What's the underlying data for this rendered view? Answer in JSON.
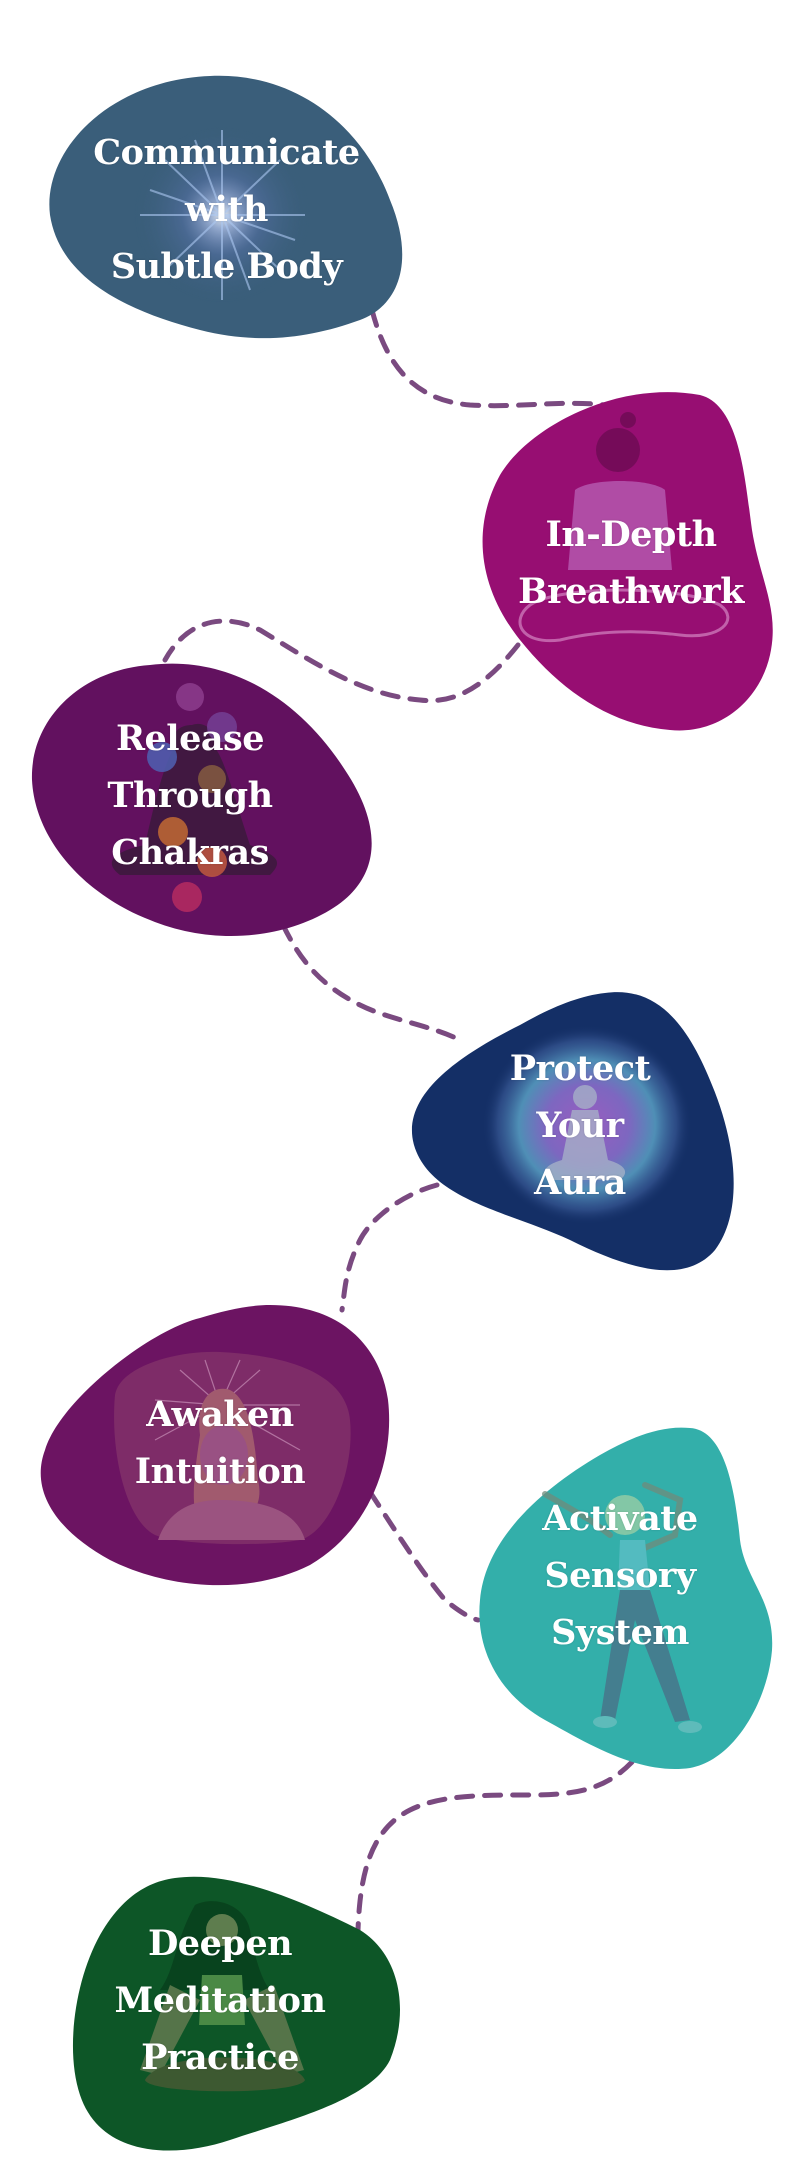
{
  "diagram": {
    "type": "path-of-steps",
    "connector_color": "#7a4a80",
    "steps": [
      {
        "id": "subtle-body",
        "lines": [
          "Communicate",
          "with",
          "Subtle Body"
        ],
        "color": "#3a5e7a",
        "illustration": "starburst-glow"
      },
      {
        "id": "breathwork",
        "lines": [
          "In-Depth",
          "Breathwork"
        ],
        "color": "#970e72",
        "illustration": "seated-person-hand-on-chest"
      },
      {
        "id": "chakras",
        "lines": [
          "Release",
          "Through",
          "Chakras"
        ],
        "color": "#62115f",
        "illustration": "meditating-silhouette-with-chakras"
      },
      {
        "id": "aura",
        "lines": [
          "Protect",
          "Your",
          "Aura"
        ],
        "color": "#142f66",
        "illustration": "meditating-figure-in-aura-glow"
      },
      {
        "id": "intuition",
        "lines": [
          "Awaken",
          "Intuition"
        ],
        "color": "#6c1462",
        "illustration": "woman-eyes-closed-radiating"
      },
      {
        "id": "sensory",
        "lines": [
          "Activate",
          "Sensory",
          "System"
        ],
        "color": "#33afaa",
        "illustration": "dancing-woman"
      },
      {
        "id": "meditation",
        "lines": [
          "Deepen",
          "Meditation",
          "Practice"
        ],
        "color": "#0d5627",
        "illustration": "woman-lotus-pose"
      }
    ]
  }
}
